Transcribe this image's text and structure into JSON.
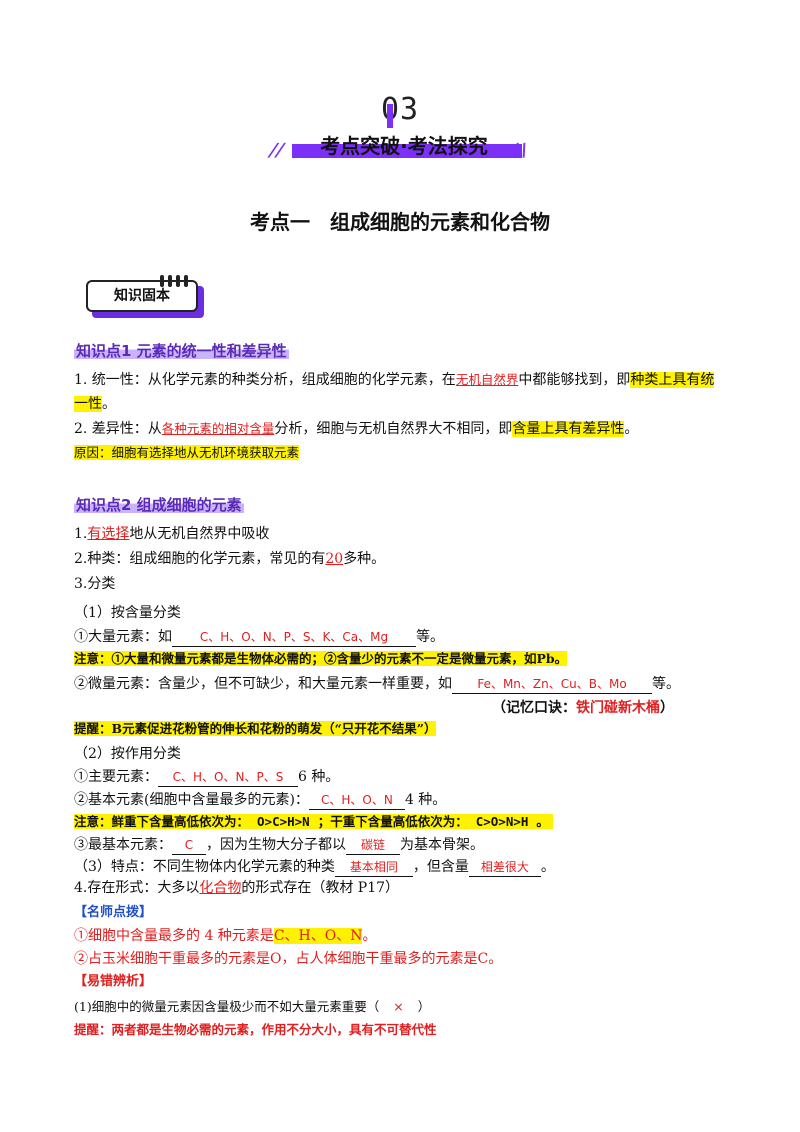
{
  "header": {
    "number": "03",
    "banner": "考点突破·考法探究",
    "slash_left": "//",
    "slash_right": "\\\\"
  },
  "title": {
    "part1": "考点一",
    "part2": "组成细胞的元素和化合物"
  },
  "knowledge_box": "知识固本",
  "kp1": {
    "heading": "知识点1  元素的统一性和差异性",
    "l1_a": "1. 统一性：从化学元素的种类分析，组成细胞的化学元素，在",
    "l1_b": "无机自然界",
    "l1_c": "中都能够找到，即",
    "l1_d": "种类上具有统",
    "l1_e": "一性",
    "l1_f": "。",
    "l2_a": "2. 差异性：从",
    "l2_b": "各种元素的相对含量",
    "l2_c": "分析，细胞与无机自然界大不相同，即",
    "l2_d": "含量上具有差异性",
    "l2_e": "。",
    "reason": "原因：细胞有选择地从无机环境获取元素"
  },
  "kp2": {
    "heading": "知识点2    组成细胞的元素",
    "l1_a": "1.",
    "l1_b": "有选择",
    "l1_c": "地从无机自然界中吸收",
    "l2_a": "2.种类：组成细胞的化学元素，常见的有",
    "l2_b": "20",
    "l2_c": "多种。",
    "l3": "3.分类",
    "l4": "（1）按含量分类",
    "macro_a": "①大量元素：如",
    "macro_b": "C、H、O、N、P、S、K、Ca、Mg",
    "macro_c": "等。",
    "note1": "注意：①大量和微量元素都是生物体必需的；②含量少的元素不一定是微量元素，如Pb。",
    "micro_a": "②微量元素：含量少，但不可缺少，和大量元素一样重要，如",
    "micro_b": "Fe、Mn、Zn、Cu、B、Mo",
    "micro_c": "等。",
    "mem_a": "（记忆口诀：",
    "mem_b": "铁门碰新木桶",
    "mem_c": "）",
    "remind": "提醒：B元素促进花粉管的伸长和花粉的萌发（“只开花不结果”）",
    "l5": "（2）按作用分类",
    "main_a": "①主要元素：",
    "main_b": "C、H、O、N、P、S",
    "main_c": "6 种。",
    "basic_a": "②基本元素(细胞中含量最多的元素)：",
    "basic_b": "C、H、O、N",
    "basic_c": "4 种。",
    "note2_a": "注意：鲜重下含量高低依次为：",
    "note2_b": "O>C>H>N",
    "note2_c": "；干重下含量高低依次为：",
    "note2_d": "C>O>N>H",
    "note2_e": "。",
    "most_a": "③最基本元素：",
    "most_b": "C",
    "most_c": "，因为生物大分子都以",
    "most_d": "碳链",
    "most_e": "为基本骨架。",
    "feat_a": "（3）特点：不同生物体内化学元素的种类",
    "feat_b": "基本相同",
    "feat_c": "，但含量",
    "feat_d": "相差很大",
    "feat_e": "。",
    "form_a": "4.存在形式：大多以",
    "form_b": "化合物",
    "form_c": "的形式存在（教材 P17）"
  },
  "tips": {
    "heading": "【名师点拨】",
    "t1_a": "①细胞中含量最多的 4 种元素是",
    "t1_b": "C、H、O、N",
    "t1_c": "。",
    "t2": "②占玉米细胞干重最多的元素是O，占人体细胞干重最多的元素是C。"
  },
  "errors": {
    "heading": "【易错辨析】",
    "q1_a": "(1)细胞中的微量元素因含量极少而不如大量元素重要（",
    "q1_b": "×",
    "q1_c": "）",
    "remind": "提醒：两者都是生物必需的元素，作用不分大小，具有不可替代性"
  }
}
